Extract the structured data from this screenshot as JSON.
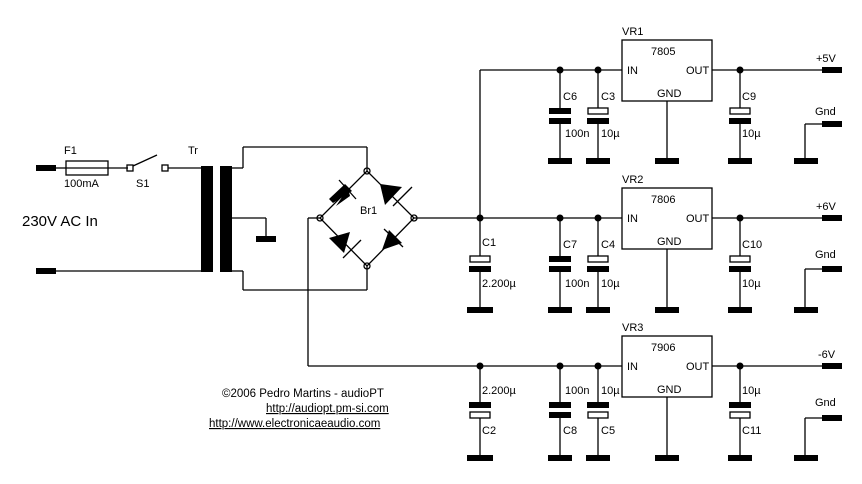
{
  "input": {
    "label": "230V AC In"
  },
  "fuse": {
    "ref": "F1",
    "value": "100mA"
  },
  "switch": {
    "ref": "S1"
  },
  "transformer": {
    "ref": "Tr"
  },
  "bridge": {
    "ref": "Br1"
  },
  "filter_caps": {
    "c1": {
      "ref": "C1",
      "value": "2.200µ"
    },
    "c2": {
      "ref": "C2",
      "value": "2.200µ"
    }
  },
  "regulators": [
    {
      "ref": "VR1",
      "part": "7805",
      "in_label": "IN",
      "out_label": "OUT",
      "gnd_label": "GND",
      "output": "+5V",
      "gnd_terminal": "Gnd",
      "cap_ceramic": {
        "ref": "C6",
        "value": "100n"
      },
      "cap_in": {
        "ref": "C3",
        "value": "10µ"
      },
      "cap_out": {
        "ref": "C9",
        "value": "10µ"
      }
    },
    {
      "ref": "VR2",
      "part": "7806",
      "in_label": "IN",
      "out_label": "OUT",
      "gnd_label": "GND",
      "output": "+6V",
      "gnd_terminal": "Gnd",
      "cap_ceramic": {
        "ref": "C7",
        "value": "100n"
      },
      "cap_in": {
        "ref": "C4",
        "value": "10µ"
      },
      "cap_out": {
        "ref": "C10",
        "value": "10µ"
      }
    },
    {
      "ref": "VR3",
      "part": "7906",
      "in_label": "IN",
      "out_label": "OUT",
      "gnd_label": "GND",
      "output": "-6V",
      "gnd_terminal": "Gnd",
      "cap_ceramic": {
        "ref": "C8",
        "value": "100n"
      },
      "cap_in": {
        "ref": "C5",
        "value": "10µ"
      },
      "cap_out": {
        "ref": "C11",
        "value": "10µ"
      }
    }
  ],
  "credits": {
    "copyright": "©2006 Pedro Martins - audioPT",
    "url1": "http://audiopt.pm-si.com",
    "url2": "http://www.electronicaeaudio.com"
  }
}
